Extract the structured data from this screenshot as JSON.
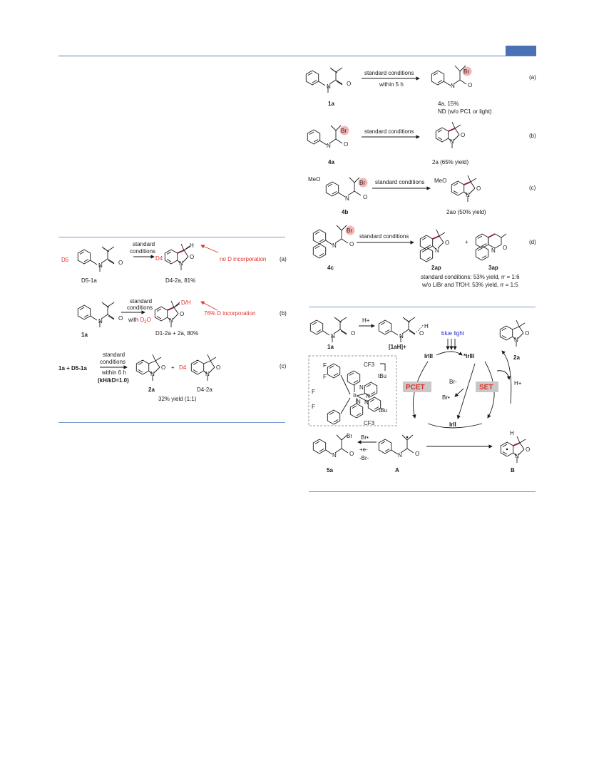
{
  "header": {
    "accent_color": "#4a72b5"
  },
  "left_scheme": {
    "a": {
      "tag": "(a)",
      "cond1": "standard",
      "cond2": "conditions",
      "reactant": "D5-1a",
      "product": "D4-2a, 81%",
      "note": "no D incorporation",
      "d_label": "D5",
      "d4_label": "D4",
      "h_label": "H"
    },
    "b": {
      "tag": "(b)",
      "cond1": "standard",
      "cond2": "conditions",
      "cond3": "with D2O",
      "reactant": "1a",
      "product": "D1-2a + 2a, 80%",
      "note": "76% D incorporation",
      "dh_label": "D/H"
    },
    "c": {
      "tag": "(c)",
      "reactants": "1a   +   D5-1a",
      "cond1": "standard",
      "cond2": "conditions",
      "cond3": "within 6 h",
      "kie": "(kH/kD=1.0)",
      "p1": "2a",
      "plus": "+",
      "p2": "D4-2a",
      "yield": "32% yield (1:1)",
      "d4_label": "D4"
    }
  },
  "right_scheme": {
    "a": {
      "tag": "(a)",
      "cond1": "standard conditions",
      "cond2": "within 5 h",
      "reactant": "1a",
      "product": "4a, 15%",
      "note": "ND (w/o PC1 or light)",
      "br": "Br"
    },
    "b": {
      "tag": "(b)",
      "cond1": "standard conditions",
      "reactant": "4a",
      "product": "2a (65% yield)",
      "br": "Br"
    },
    "c": {
      "tag": "(c)",
      "cond1": "standard conditions",
      "reactant": "4b",
      "product": "2ao (50% yield)",
      "meo": "MeO",
      "br": "Br"
    },
    "d": {
      "tag": "(d)",
      "cond1": "standard conditions",
      "reactant": "4c",
      "p1": "2ap",
      "plus": "+",
      "p2": "3ap",
      "line1": "standard conditions: 53% yield, rr = 1:6",
      "line2": "w/o LiBr and TfOH: 53% yield, rr = 1:5",
      "br": "Br"
    }
  },
  "mechanism": {
    "sub": "1a",
    "hplus": "H+",
    "protonated": "[1aH]+",
    "blue_light": "blue light",
    "ir3": "IrIII",
    "ir3_star": "*IrIII",
    "ir2": "IrII",
    "pcet": "PCET",
    "set": "SET",
    "br_minus": "Br-",
    "br_rad": "Br•",
    "product_2a": "2a",
    "hplus2": "H+",
    "br_product": "5a",
    "intA": "A",
    "intB": "B",
    "arrow_br": "Br•",
    "arrow_e": "+e-",
    "arrow_brm": "-Br-",
    "cf3": "CF3",
    "tbu": "tBu",
    "f": "F",
    "n": "N",
    "ir": "Ir",
    "tag_color": "#c8c8c8",
    "tag_text_color": "#e0302a"
  }
}
